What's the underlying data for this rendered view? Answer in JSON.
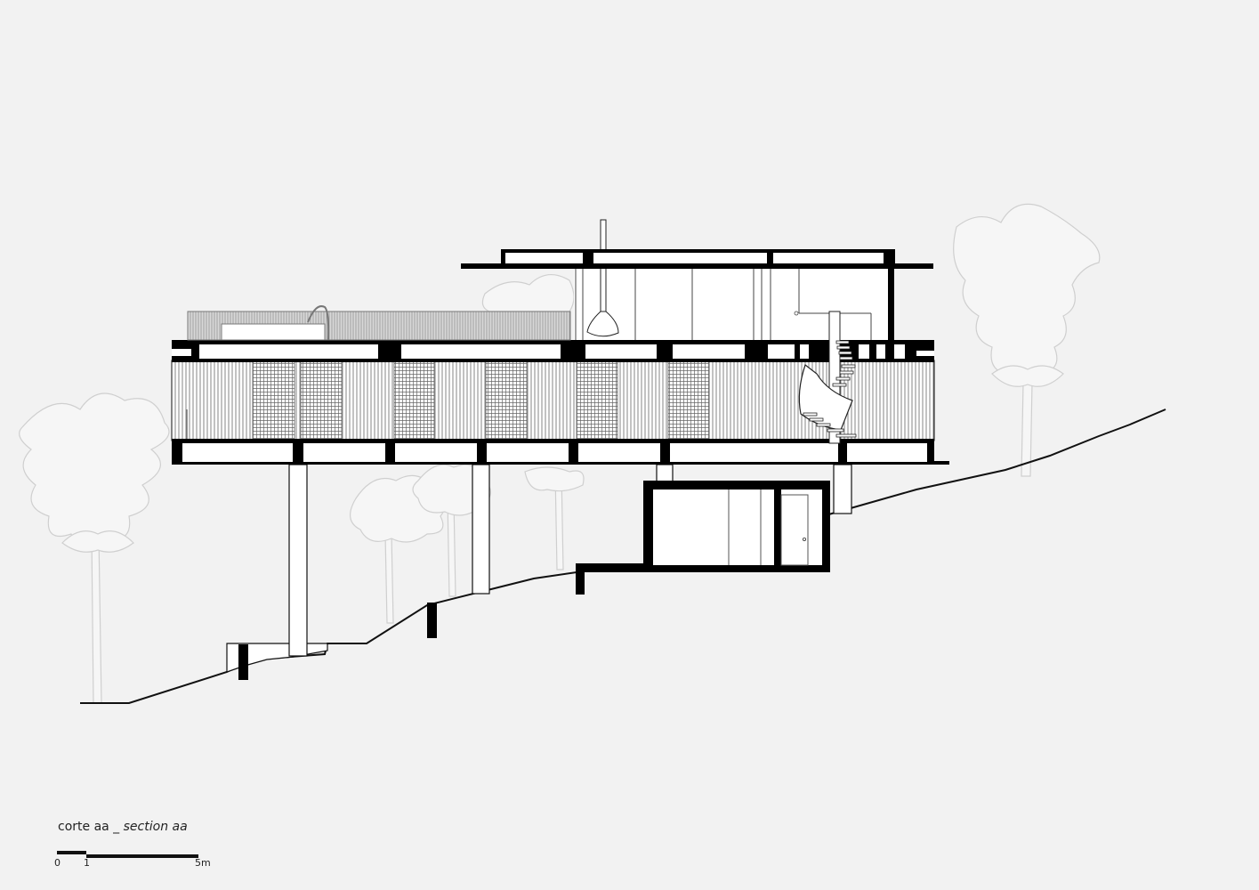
{
  "drawing": {
    "type": "architectural-section",
    "title_pt": "corte aa",
    "separator": " _ ",
    "title_en": "section aa"
  },
  "scale_bar": {
    "labels": [
      "0",
      "1",
      "5m"
    ],
    "unit": "m"
  },
  "elements": {
    "upper_pavilion": "glazed upper pavilion with suspended fireplace",
    "main_volume": "cantilevered main volume with slatted and mesh facade",
    "spiral_stair": "spiral staircase",
    "lower_volume": "semi-buried lower volume with door",
    "pool": "rooftop pool with ladder",
    "trees_count": 6
  },
  "colors": {
    "background": "#f2f2f2",
    "structure": "#000000",
    "fill": "#ffffff",
    "tree_outline": "#d0d0d0",
    "hatch": "#555555"
  }
}
